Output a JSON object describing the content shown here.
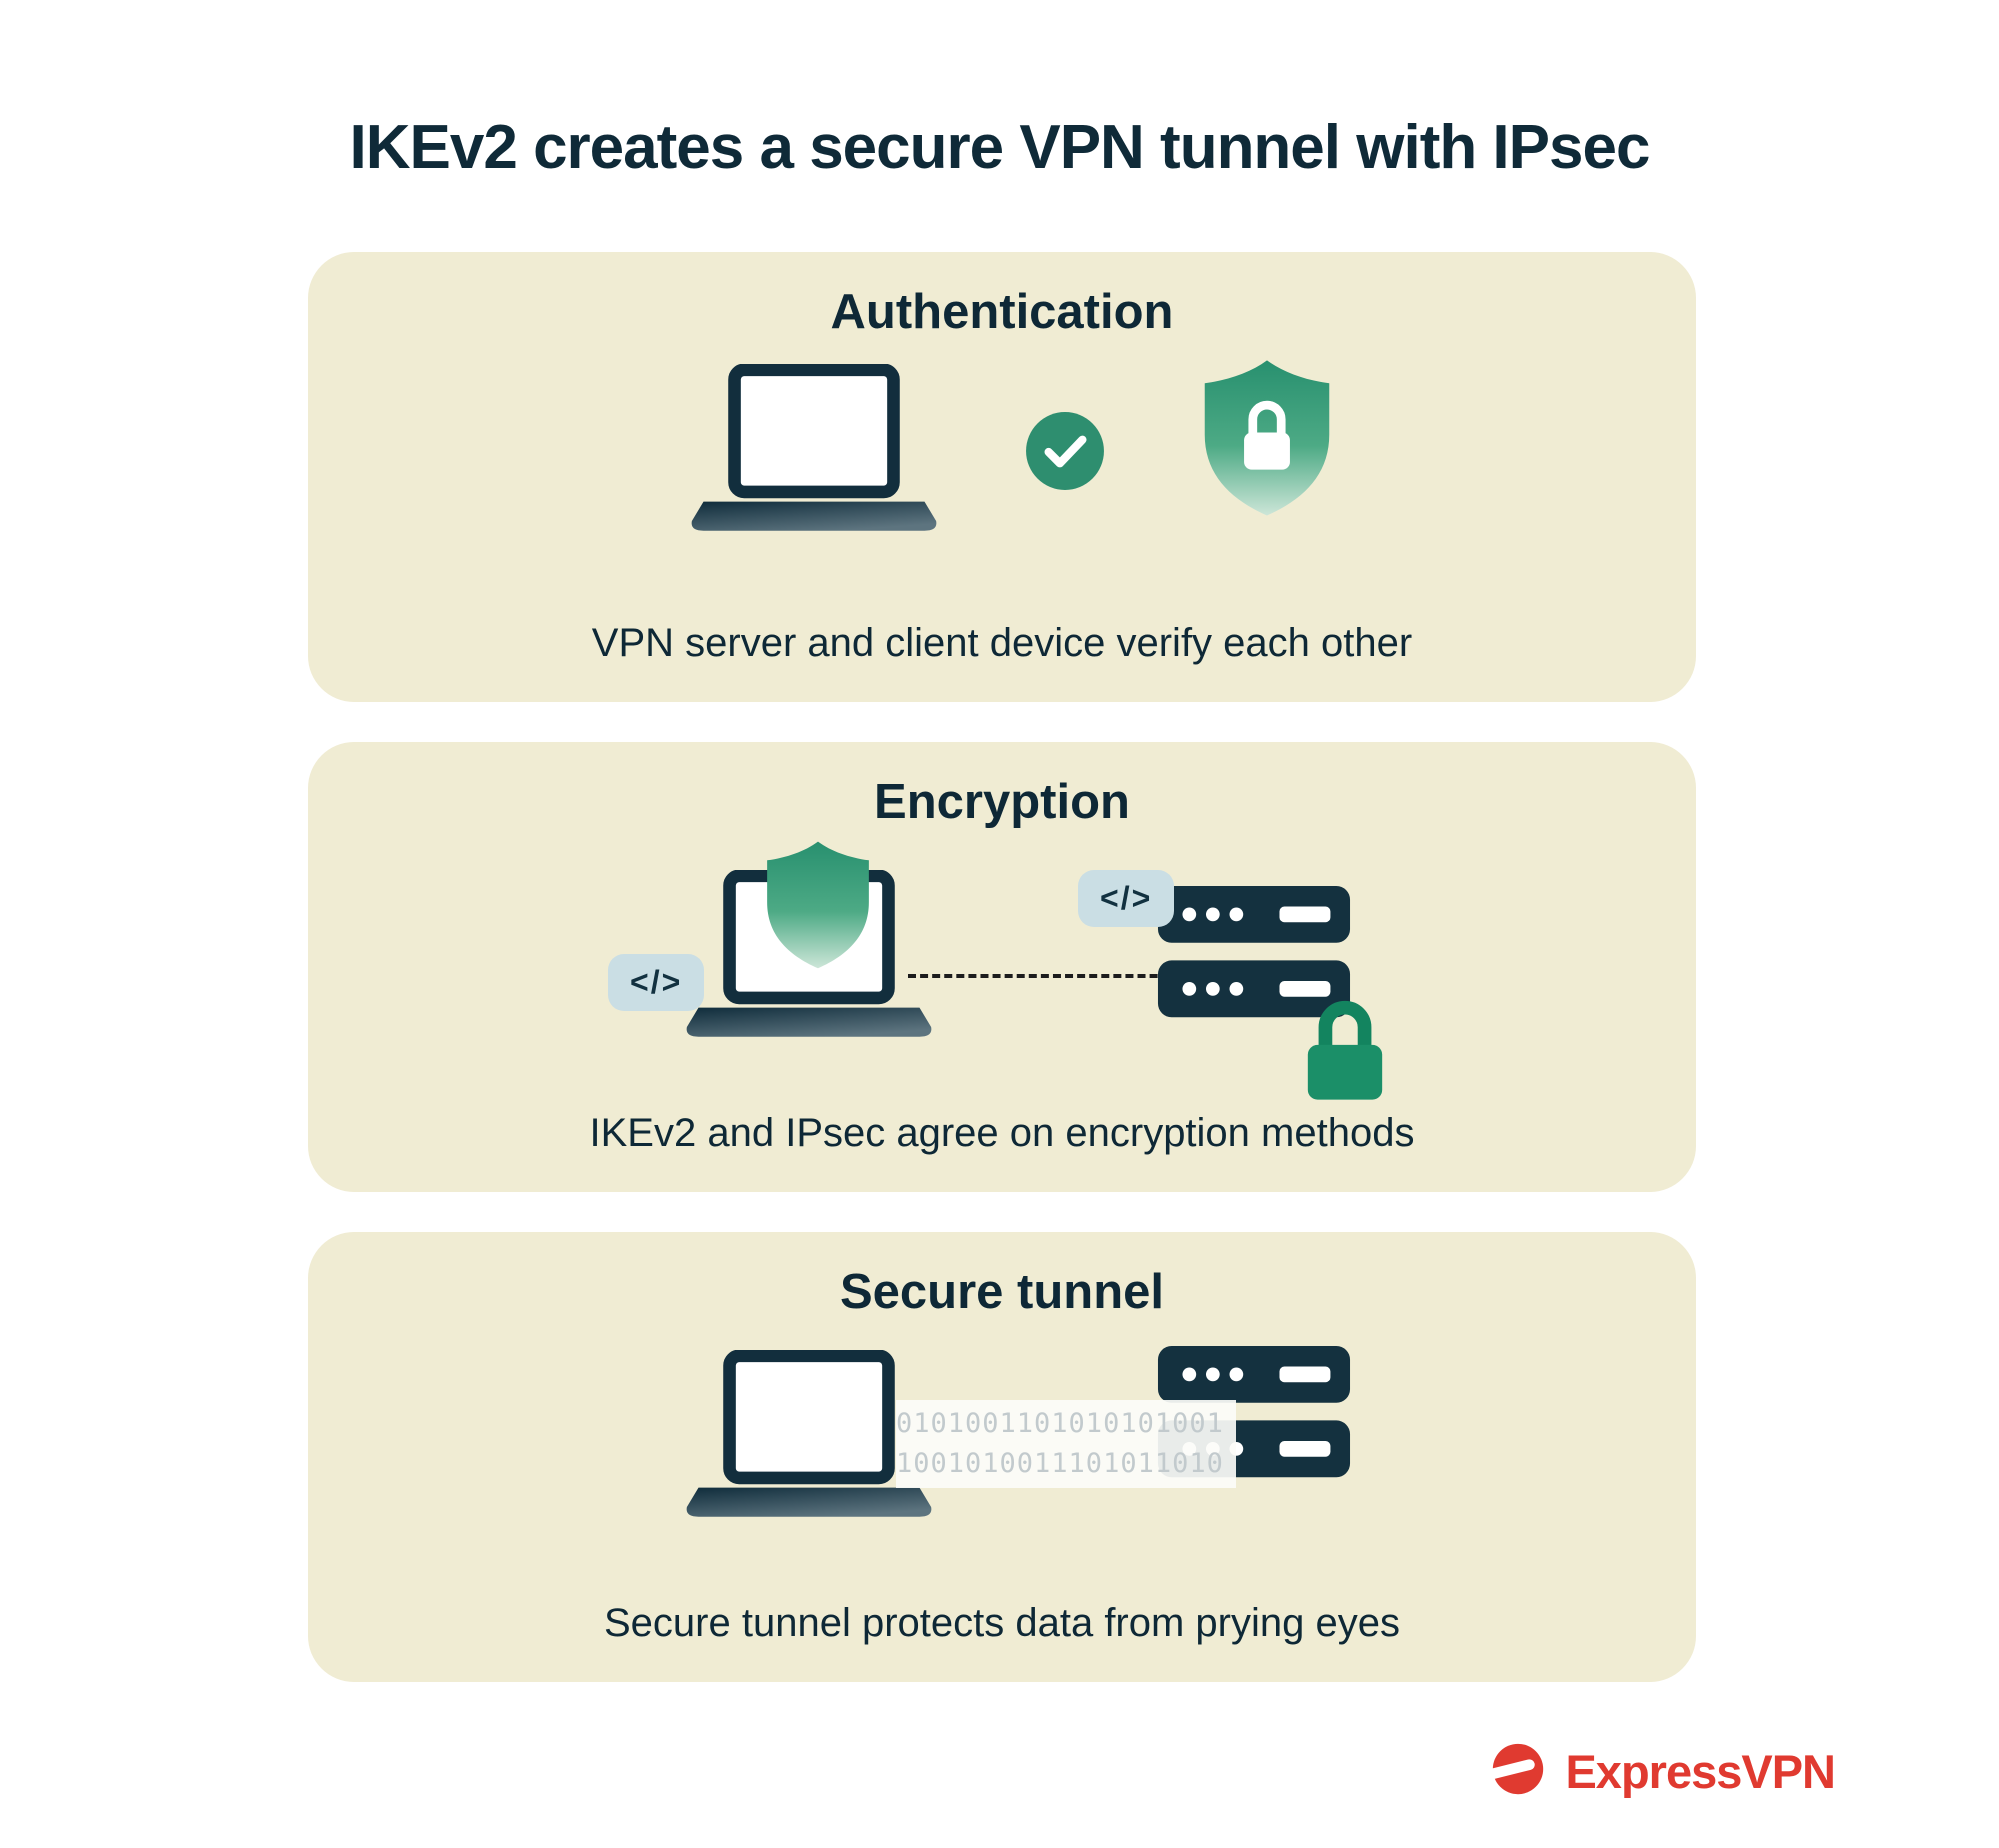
{
  "title": "IKEv2 creates a secure VPN tunnel with IPsec",
  "panels": [
    {
      "heading": "Authentication",
      "caption": "VPN server and client device verify each other"
    },
    {
      "heading": "Encryption",
      "caption": "IKEv2 and IPsec agree on encryption methods"
    },
    {
      "heading": "Secure tunnel",
      "caption": "Secure tunnel protects data from prying eyes"
    }
  ],
  "labels": {
    "code": "</>"
  },
  "binary": {
    "line1": "0101001101010101001",
    "line2": "1001010011101011010"
  },
  "logo": {
    "text": "ExpressVPN"
  },
  "colors": {
    "panel_background": "#f0ecd3",
    "heading_navy": "#0e2836",
    "accent_green": "#2e8e6f",
    "brand_red": "#e03a30"
  }
}
